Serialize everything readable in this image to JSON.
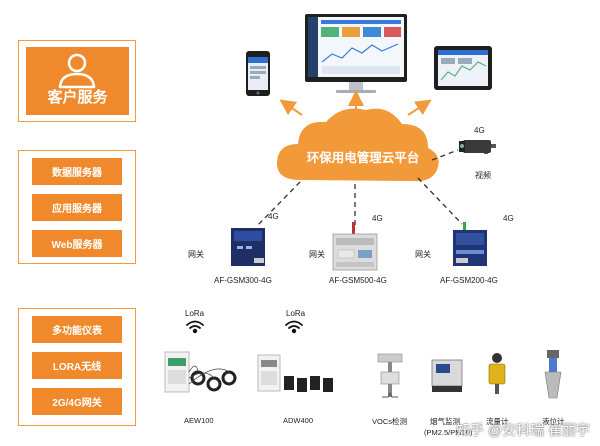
{
  "left_panel": {
    "customer_service": "客户服务",
    "servers": [
      "数据服务器",
      "应用服务器",
      "Web服务器"
    ],
    "devices": [
      "多功能仪表",
      "LORA无线",
      "2G/4G网关"
    ]
  },
  "cloud": {
    "label": "环保用电管理云平台"
  },
  "camera": {
    "network": "4G",
    "label": "视频"
  },
  "gateways": [
    {
      "network": "4G",
      "prefix": "网关",
      "model": "AF-GSM300-4G"
    },
    {
      "network": "4G",
      "prefix": "网关",
      "model": "AF-GSM500-4G"
    },
    {
      "network": "4G",
      "prefix": "网关",
      "model": "AF-GSM200-4G"
    }
  ],
  "lora_labels": [
    "LoRa",
    "LoRa"
  ],
  "field_devices": [
    {
      "label": "AEW100"
    },
    {
      "label": "ADW400"
    },
    {
      "label": "VOCs检测"
    },
    {
      "label": "烟气监测"
    },
    {
      "label": "(PM2.5/PM10)"
    },
    {
      "label": "流量计"
    },
    {
      "label": "液位计"
    }
  ],
  "watermark": "知乎 @安科瑞 崔丽宇",
  "colors": {
    "accent": "#f0892b",
    "frame": "#f39a3a",
    "cloud": "#f29a3a"
  }
}
